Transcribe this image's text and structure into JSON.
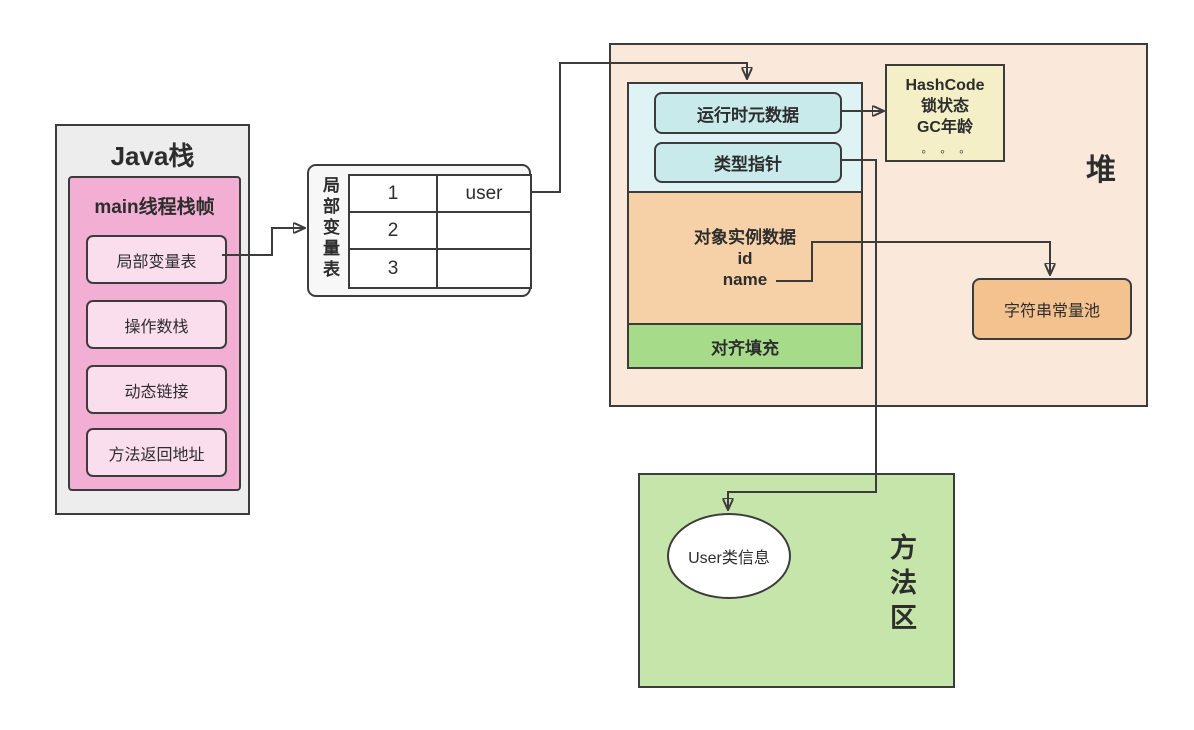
{
  "colors": {
    "line": "#3c3c3c",
    "java_stack_fill": "#ededed",
    "frame_fill": "#f3aed4",
    "frame_item_fill": "#fbdeee",
    "table_fill": "#f7f7f7",
    "heap_fill": "#fae9da",
    "object_header_fill": "#e0f3f4",
    "object_header_item_fill": "#c8eaeb",
    "instance_fill": "#f6d0a6",
    "padding_fill": "#a6db8a",
    "mark_word_fill": "#f4efc6",
    "string_pool_fill": "#f4c28e",
    "method_area_fill": "#c6e5aa"
  },
  "java_stack": {
    "title": "Java栈",
    "frame_title": "main线程栈帧",
    "items": [
      "局部变量表",
      "操作数栈",
      "动态链接",
      "方法返回地址"
    ]
  },
  "local_var_table": {
    "label": "局部变量表",
    "rows": [
      {
        "index": "1",
        "value": "user"
      },
      {
        "index": "2",
        "value": ""
      },
      {
        "index": "3",
        "value": ""
      }
    ]
  },
  "heap": {
    "label": "堆",
    "object": {
      "runtime_meta": "运行时元数据",
      "type_pointer": "类型指针",
      "instance_title": "对象实例数据",
      "field_1": "id",
      "field_2": "name",
      "padding": "对齐填充"
    },
    "mark_word": {
      "line_1": "HashCode",
      "line_2": "锁状态",
      "line_3": "GC年龄",
      "dots": "◦ ◦ ◦"
    },
    "string_pool": "字符串常量池"
  },
  "method_area": {
    "label": "方法区",
    "class_info": "User类信息"
  }
}
